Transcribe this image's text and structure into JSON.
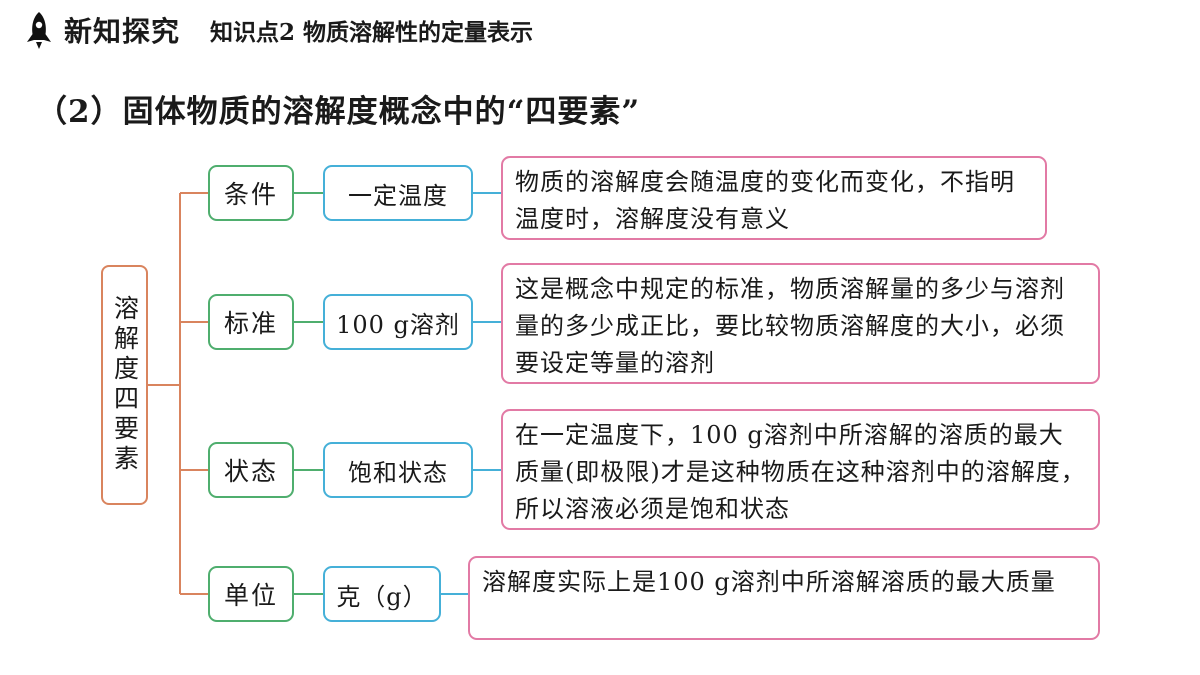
{
  "header": {
    "section": "新知探究",
    "topic": "知识点2  物质溶解性的定量表示",
    "icon": "rocket-icon"
  },
  "subtitle": "（2）固体物质的溶解度概念中的“四要素”",
  "diagram": {
    "root": "溶解度四要素",
    "elements": [
      {
        "category": "条件",
        "value": "一定温度",
        "description": "物质的溶解度会随温度的变化而变化，不指明温度时，溶解度没有意义"
      },
      {
        "category": "标准",
        "value": "100 g溶剂",
        "description": "这是概念中规定的标准，物质溶解量的多少与溶剂量的多少成正比，要比较物质溶解度的大小，必须要设定等量的溶剂"
      },
      {
        "category": "状态",
        "value": "饱和状态",
        "description": "在一定温度下，100 g溶剂中所溶解的溶质的最大质量(即极限)才是这种物质在这种溶剂中的溶解度，所以溶液必须是饱和状态"
      },
      {
        "category": "单位",
        "value": "克（g）",
        "description": "溶解度实际上是100 g溶剂中所溶解溶质的最大质量"
      }
    ]
  },
  "colors": {
    "root_border": "#d9845e",
    "category_border": "#4fae6e",
    "value_border": "#45b0d8",
    "description_border": "#e27aa5",
    "connector": "#d9845e"
  }
}
